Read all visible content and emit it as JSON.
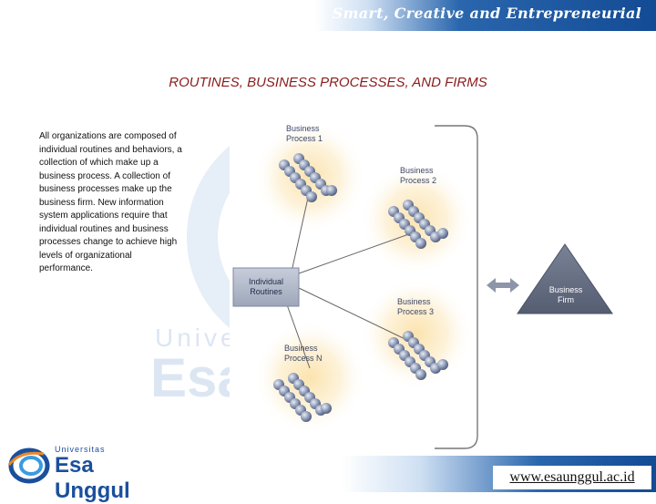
{
  "header": {
    "tagline": "Smart, Creative and Entrepreneurial"
  },
  "slide": {
    "title": "ROUTINES, BUSINESS PROCESSES, AND FIRMS",
    "body": "All organizations are composed of individual routines and behaviors, a collection of which make up a business process. A collection of business processes make up the business firm. New information system applications require that individual routines and business processes change to achieve high levels of organizational performance."
  },
  "diagram": {
    "center_node": "Individual Routines",
    "processes": [
      "Business Process 1",
      "Business Process 2",
      "Business Process 3",
      "Business Process N"
    ],
    "firm": "Business Firm"
  },
  "watermark": {
    "line1": "Unive",
    "line2": "Esa"
  },
  "logo": {
    "small": "Universitas",
    "big": "Esa Unggul"
  },
  "footer": {
    "url": "www.esaunggul.ac.id"
  },
  "colors": {
    "title": "#8a1b1b",
    "brand_blue": "#1b4f9c",
    "glow": "#f7d58a"
  }
}
